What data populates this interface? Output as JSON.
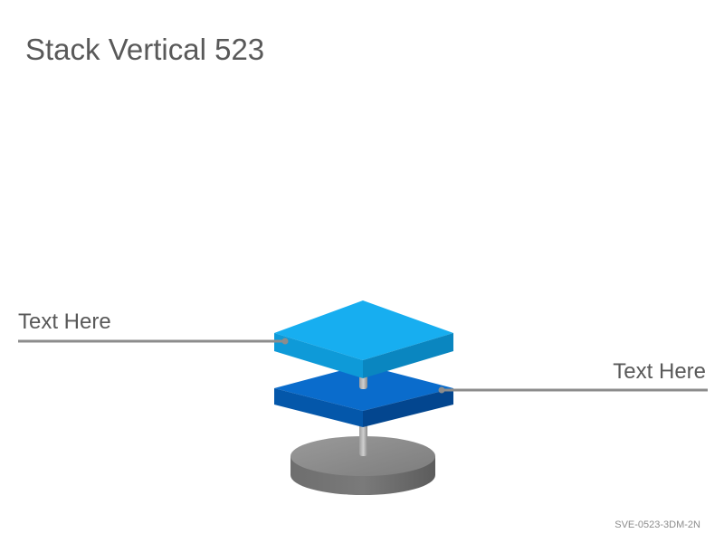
{
  "slide": {
    "title": "Stack Vertical 523",
    "footer": "SVE-0523-3DM-2N"
  },
  "stack": {
    "layers": [
      {
        "label": "Text Here",
        "color": "#0fa6ea"
      },
      {
        "label": "Text Here",
        "color": "#0563c1"
      }
    ],
    "base_color": "#7f7f7f",
    "connector_color": "#8c8c8c"
  }
}
